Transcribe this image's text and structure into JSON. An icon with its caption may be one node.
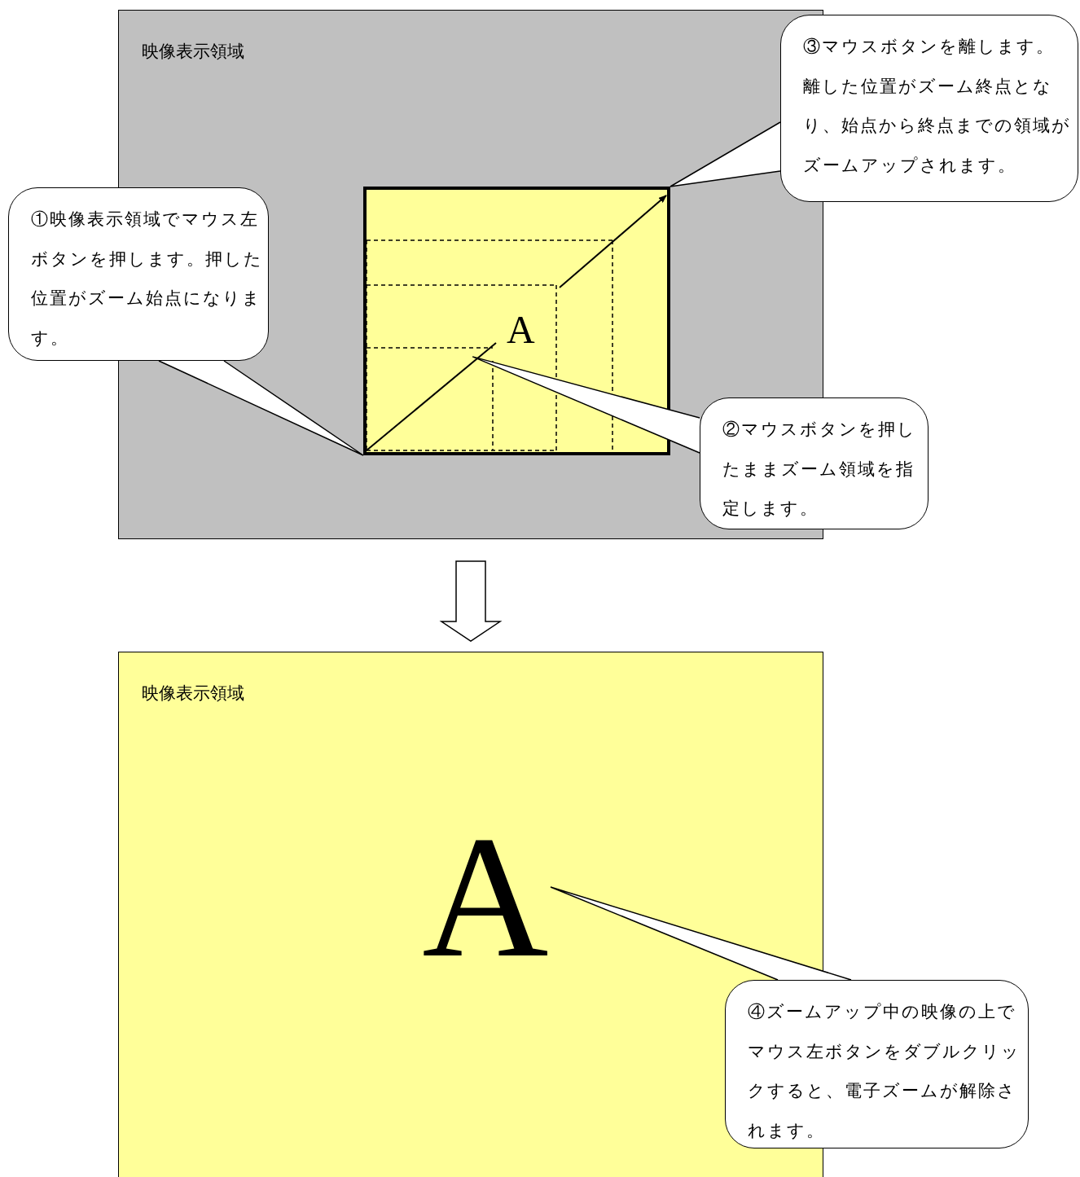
{
  "diagram": {
    "nodes": [
      {
        "text": [
          "映像表示領域"
        ]
      },
      {
        "text": [
          "A"
        ],
        "in": 0
      },
      {
        "text": [
          "③マウスボタンを離します。離した位置がズーム終点となり、始点から終点までの領域がズームアップされます。"
        ]
      },
      {
        "text": [
          "①映像表示領域でマウス左ボタンを押します。押した位置がズーム始点になります。"
        ]
      },
      {
        "text": [
          "②マウスボタンを押したままズーム領域を指定します。"
        ]
      },
      {
        "text": [
          "映像表示領域"
        ]
      },
      {
        "text": [
          "A"
        ],
        "in": 5
      },
      {
        "text": [
          "④ズームアップ中の映像の上でマウス左ボタンをダブルクリックすると、電子ズームが解除されます。"
        ]
      }
    ],
    "edges": [
      {
        "from": 2,
        "to": 1,
        "arrow": "none"
      },
      {
        "from": 3,
        "to": 1,
        "arrow": "none"
      },
      {
        "from": 4,
        "to": 1,
        "arrow": "none"
      },
      {
        "from": 0,
        "to": 5,
        "arrow": "to"
      },
      {
        "from": 7,
        "to": 6,
        "arrow": "none"
      }
    ]
  }
}
